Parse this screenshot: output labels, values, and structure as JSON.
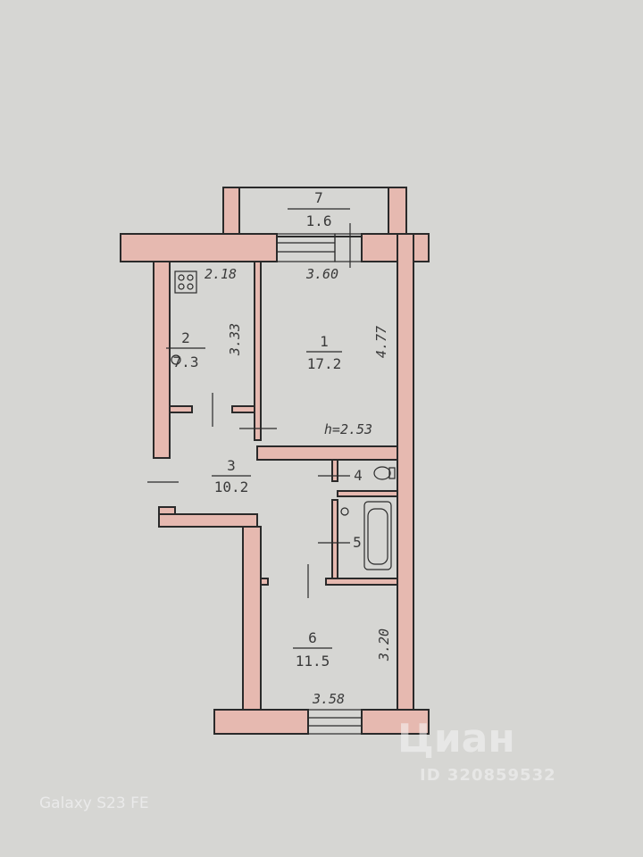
{
  "plan": {
    "rooms": [
      {
        "number": "1",
        "area": "17.2"
      },
      {
        "number": "2",
        "area": "7.3"
      },
      {
        "number": "3",
        "area": "10.2"
      },
      {
        "number": "4"
      },
      {
        "number": "5"
      },
      {
        "number": "6",
        "area": "11.5"
      },
      {
        "number": "7",
        "area": "1.6"
      }
    ],
    "dimensions": {
      "kitchen_width": "2.18",
      "kitchen_length": "3.33",
      "room1_width": "3.60",
      "room1_length": "4.77",
      "room6_width": "3.58",
      "room6_length": "3.20",
      "ceiling_height": "h=2.53"
    },
    "colors": {
      "wall": "#e6b9b0",
      "paper": "#d6d6d3"
    }
  },
  "overlay": {
    "camera_label": "Galaxy S23 FE",
    "watermark": "Циан",
    "watermark_id": "ID 320859532"
  }
}
